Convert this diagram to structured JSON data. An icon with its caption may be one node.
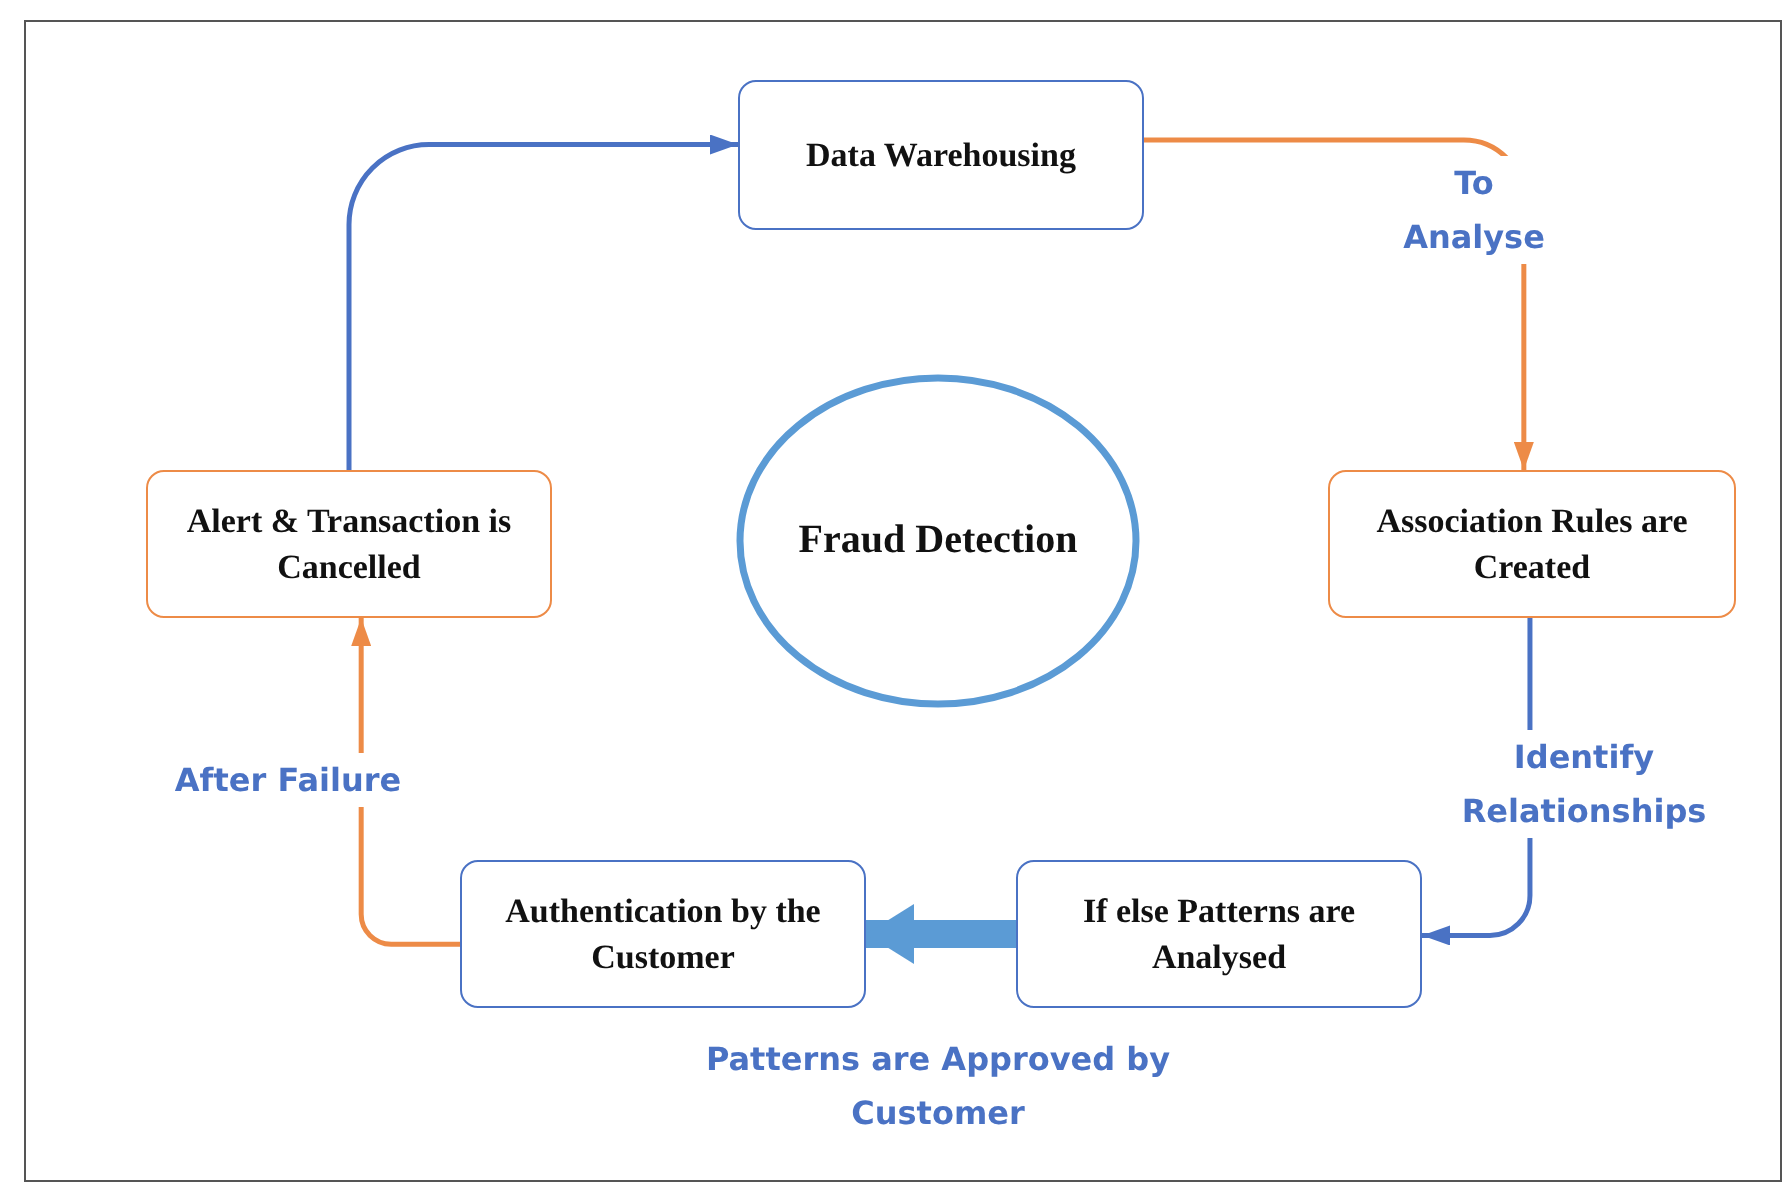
{
  "diagram": {
    "nodes": [
      {
        "text": [
          "Data Warehousing"
        ]
      },
      {
        "text": [
          "Association Rules are Created"
        ]
      },
      {
        "text": [
          "If else Patterns are Analysed"
        ]
      },
      {
        "text": [
          "Authentication by the Customer"
        ]
      },
      {
        "text": [
          "Alert & Transaction is Cancelled"
        ]
      },
      {
        "text": [
          "Fraud Detection"
        ]
      }
    ],
    "edges": [
      {
        "from": 0,
        "to": 1,
        "arrow": "to",
        "label": "To Analyse",
        "color": "#ed8b47"
      },
      {
        "from": 1,
        "to": 2,
        "arrow": "to",
        "label": "Identify Relationships",
        "color": "#4a72c4"
      },
      {
        "from": 2,
        "to": 3,
        "arrow": "to",
        "label": "Patterns are Approved by Customer",
        "style": "thick",
        "color": "#5b9bd5"
      },
      {
        "from": 3,
        "to": 4,
        "arrow": "to",
        "label": "After Failure",
        "color": "#ed8b47"
      },
      {
        "from": 4,
        "to": 0,
        "arrow": "to",
        "color": "#4a72c4"
      }
    ]
  }
}
